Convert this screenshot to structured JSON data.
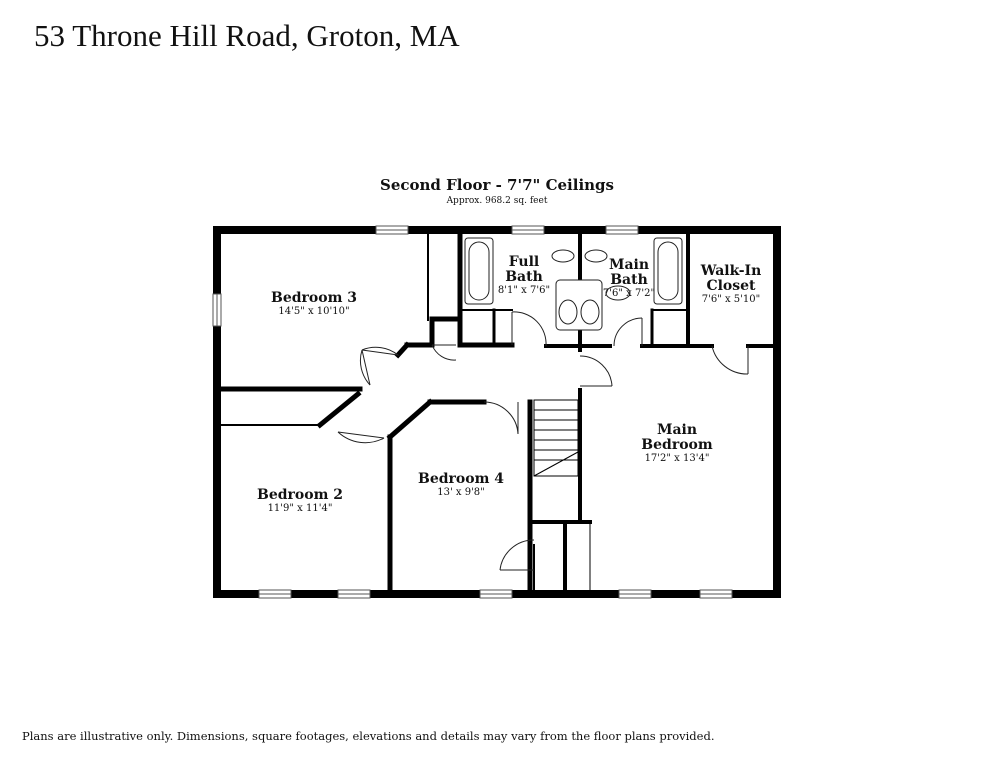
{
  "address": "53 Throne Hill Road, Groton, MA",
  "plan": {
    "title": "Second Floor - 7'7\" Ceilings",
    "area": "Approx. 968.2 sq. feet"
  },
  "rooms": {
    "bedroom3": {
      "name": "Bedroom 3",
      "dims": "14'5\" x 10'10\""
    },
    "full_bath": {
      "name_line1": "Full",
      "name_line2": "Bath",
      "dims": "8'1\" x 7'6\""
    },
    "main_bath": {
      "name_line1": "Main",
      "name_line2": "Bath",
      "dims": "7'6\" x 7'2\""
    },
    "walk_in": {
      "name_line1": "Walk-In",
      "name_line2": "Closet",
      "dims": "7'6\" x 5'10\""
    },
    "main_bedroom": {
      "name_line1": "Main",
      "name_line2": "Bedroom",
      "dims": "17'2\" x 13'4\""
    },
    "bedroom4": {
      "name": "Bedroom 4",
      "dims": "13' x 9'8\""
    },
    "bedroom2": {
      "name": "Bedroom 2",
      "dims": "11'9\" x 11'4\""
    }
  },
  "disclaimer": "Plans are illustrative only. Dimensions, square footages, elevations and details may vary from the floor plans provided."
}
